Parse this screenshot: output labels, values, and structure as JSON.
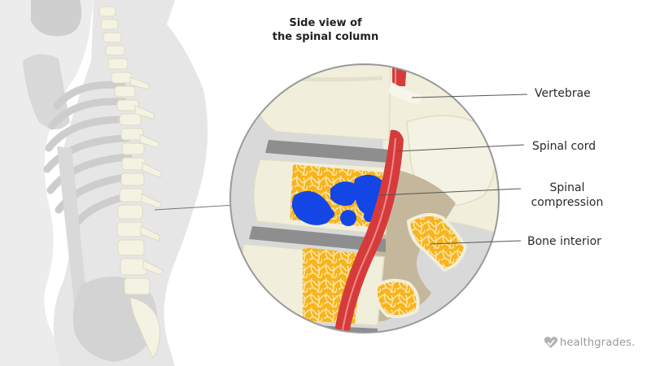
{
  "title": {
    "line1": "Side view of",
    "line2": "the spinal column"
  },
  "labels": {
    "vertebrae": "Vertebrae",
    "spinal_cord": "Spinal cord",
    "compression_line1": "Spinal",
    "compression_line2": "compression",
    "bone_interior": "Bone interior"
  },
  "brand": {
    "name": "healthgrades.",
    "icon": "heart-logo-icon"
  },
  "colors": {
    "skeleton_bg": "#d4d4d4",
    "bone": "#f1efdc",
    "cord": "#d63b3b",
    "bone_interior": "#f7b41d",
    "compression": "#1446e6",
    "disc": "#8e8e8e"
  }
}
